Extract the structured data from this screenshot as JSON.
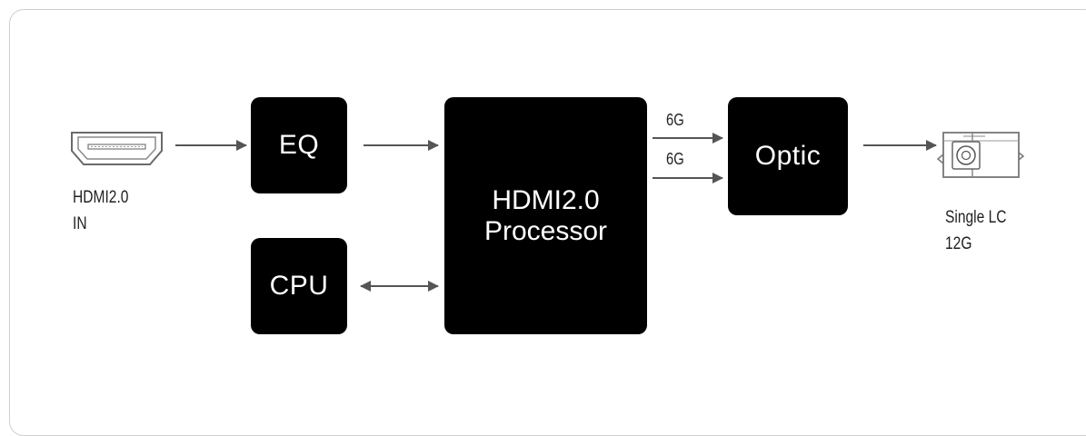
{
  "diagram": {
    "blocks": {
      "eq": "EQ",
      "cpu": "CPU",
      "processor_line1": "HDMI2.0",
      "processor_line2": "Processor",
      "optic": "Optic"
    },
    "input": {
      "line1": "HDMI2.0",
      "line2": "IN",
      "icon": "hdmi-port-icon"
    },
    "output": {
      "line1": "Single LC",
      "line2": "12G",
      "icon": "lc-fiber-connector-icon"
    },
    "links": {
      "lane1": "6G",
      "lane2": "6G"
    },
    "colors": {
      "block": "#000000",
      "block_text": "#ffffff",
      "arrow": "#555555",
      "frame": "#cfcfcf"
    }
  }
}
